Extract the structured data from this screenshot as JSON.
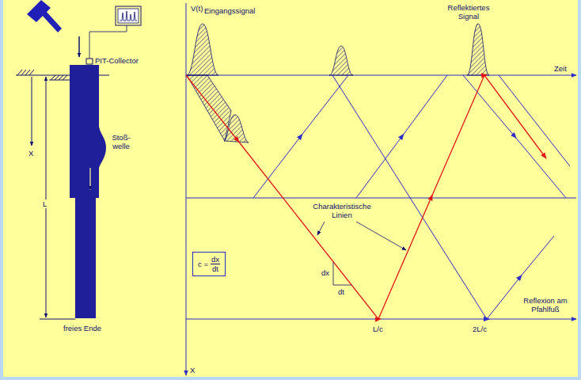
{
  "diagram": {
    "nodes": [
      {
        "text": [
          "c =",
          "dx",
          "dt"
        ]
      }
    ],
    "labels": [
      "V(t)",
      "Eingangssignal",
      "Reflektiertes Signal",
      "Zeit",
      "PIT-Collector",
      "X",
      "L",
      "Stoß- welle",
      "freies Ende",
      "Charakteristische Linien",
      "dx",
      "dt",
      "Reflexion am Pfahlfuß",
      "L/c",
      "2L/c",
      "X"
    ]
  }
}
